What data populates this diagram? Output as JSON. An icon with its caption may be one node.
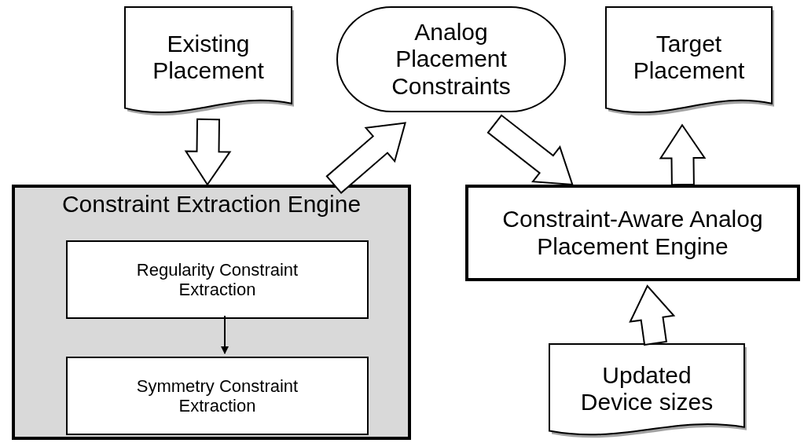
{
  "diagram": {
    "nodes": [
      {
        "text": [
          "Existing Placement"
        ]
      },
      {
        "text": [
          "Analog Placement Constraints"
        ]
      },
      {
        "text": [
          "Target Placement"
        ]
      },
      {
        "text": [
          "Constraint Extraction Engine"
        ]
      },
      {
        "text": [
          "Regularity Constraint Extraction"
        ],
        "in": 3
      },
      {
        "text": [
          "Symmetry Constraint Extraction"
        ],
        "in": 3
      },
      {
        "text": [
          "Constraint-Aware Analog Placement Engine"
        ]
      },
      {
        "text": [
          "Updated Device sizes"
        ]
      }
    ],
    "edges": [
      {
        "from": 0,
        "to": 3,
        "arrow": "to",
        "style": "thick"
      },
      {
        "from": 3,
        "to": 1,
        "arrow": "to",
        "style": "thick"
      },
      {
        "from": 1,
        "to": 6,
        "arrow": "to",
        "style": "thick"
      },
      {
        "from": 6,
        "to": 2,
        "arrow": "to",
        "style": "thick"
      },
      {
        "from": 7,
        "to": 6,
        "arrow": "to",
        "style": "thick"
      },
      {
        "from": 4,
        "to": 5,
        "arrow": "to"
      }
    ]
  }
}
